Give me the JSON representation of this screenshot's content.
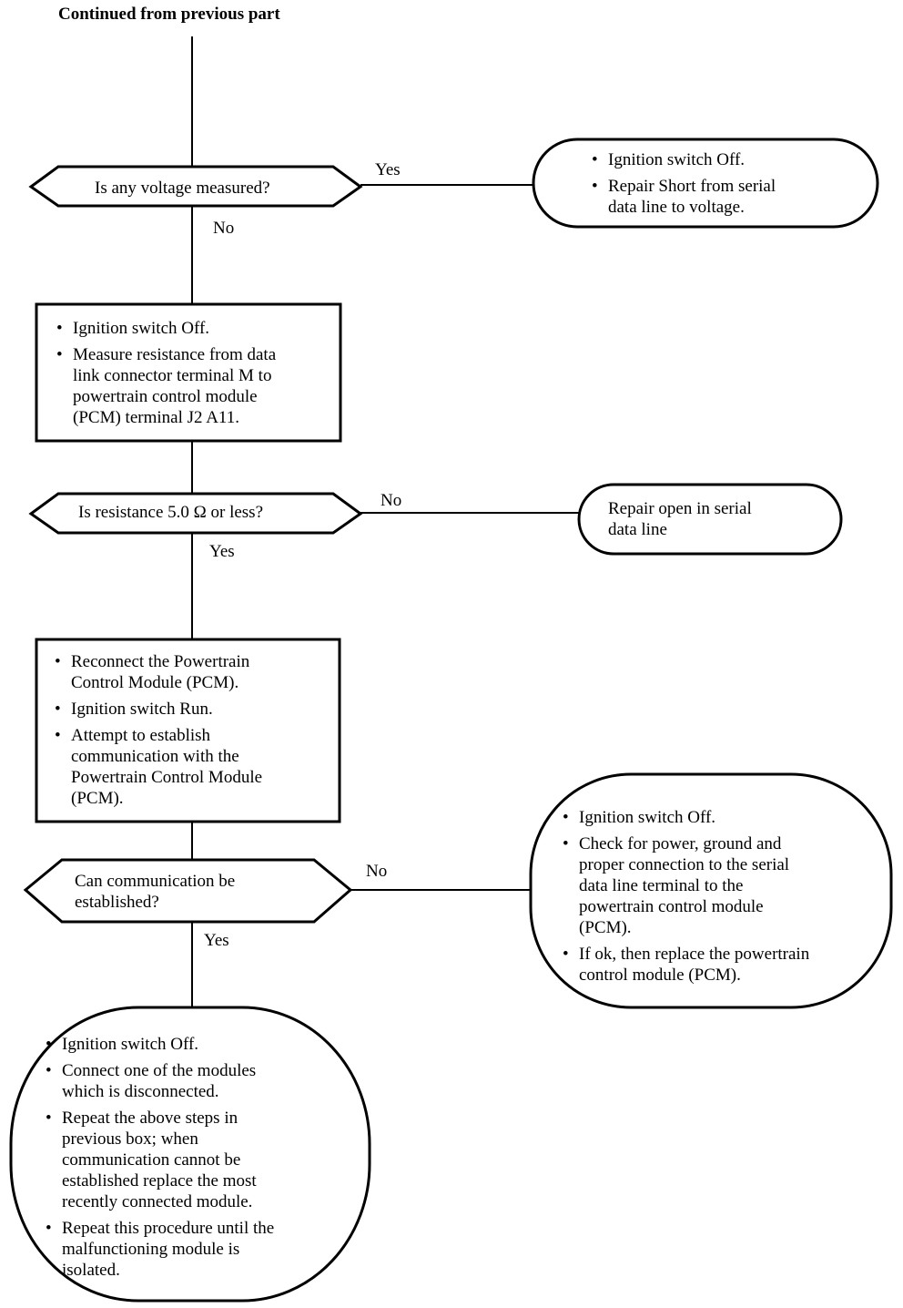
{
  "header": "Continued from previous part",
  "decisions": {
    "d1": "Is any voltage measured?",
    "d2": "Is resistance 5.0 Ω or  less?",
    "d3": "Can communication be\nestablished?"
  },
  "branch_labels": {
    "d1_yes": "Yes",
    "d1_no": "No",
    "d2_no": "No",
    "d2_yes": "Yes",
    "d3_no": "No",
    "d3_yes": "Yes"
  },
  "boxes": {
    "box1": [
      "Ignition switch Off.",
      "Measure resistance from data\nlink connector terminal M to\npowertrain control module\n(PCM) terminal J2 A11."
    ],
    "box2": [
      "Reconnect the Powertrain\nControl Module (PCM).",
      "Ignition switch Run.",
      "Attempt to establish\ncommunication with the\nPowertrain Control Module\n(PCM)."
    ]
  },
  "terminals": {
    "t1": [
      "Ignition switch Off.",
      "Repair Short from serial\ndata line to voltage."
    ],
    "t2": "Repair open in serial\ndata line",
    "t3": [
      "Ignition switch Off.",
      "Check for power, ground and\nproper connection to the serial\ndata line terminal to the\npowertrain control module\n(PCM).",
      "If ok, then replace the powertrain\ncontrol module (PCM)."
    ],
    "t4": [
      "Ignition switch Off.",
      "Connect one of the modules\nwhich is disconnected.",
      "Repeat the above steps in\nprevious box; when\ncommunication cannot be\nestablished replace the most\nrecently connected module.",
      "Repeat this procedure until the\nmalfunctioning module is\nisolated."
    ]
  }
}
